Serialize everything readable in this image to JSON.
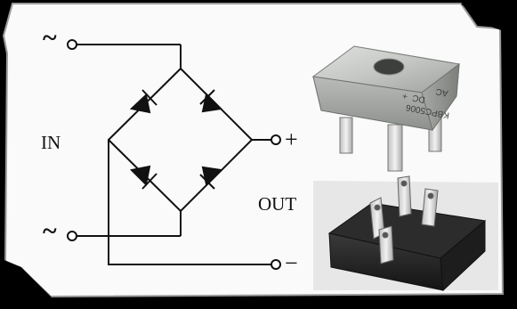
{
  "diagram": {
    "labels": {
      "input": "IN",
      "output": "OUT",
      "ac_top": "~",
      "ac_bottom": "~",
      "dc_positive": "+",
      "dc_negative": "−"
    },
    "package_marking": {
      "part_number": "KBPC5006",
      "ac": "AC",
      "dc": "DC",
      "plus": "+"
    },
    "icons": [
      "diode-symbol",
      "terminal-circle",
      "bridge-rectifier-component"
    ],
    "colors": {
      "frame": "#000000",
      "panel": "#ffffff",
      "panel_border": "#9a9a9a",
      "wire": "#111111",
      "metal_top": "#c6c8c5",
      "plastic": "#2a2a2a"
    }
  }
}
